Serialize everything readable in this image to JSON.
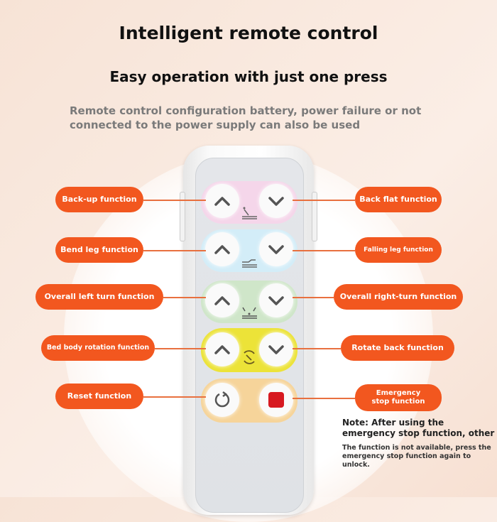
{
  "header": {
    "title": "Intelligent remote control",
    "subtitle": "Easy operation with just one press",
    "description": "Remote control configuration battery, power failure or not connected to the power supply can also be used"
  },
  "labels": {
    "back_up": "Back-up function",
    "back_flat": "Back flat function",
    "bend_leg": "Bend leg function",
    "falling_leg": "Falling leg function",
    "left_turn": "Overall left turn function",
    "right_turn": "Overall right-turn function",
    "bed_rotation": "Bed body rotation function",
    "rotate_back": "Rotate back function",
    "reset": "Reset function",
    "emergency": "Emergency stop function"
  },
  "note": {
    "title": "Note: After using the emergency stop function, other",
    "body": "The function is not available, press the emergency stop function again to unlock."
  },
  "colors": {
    "accent": "#f2571f",
    "pink": "#f5d6ea",
    "blue": "#d3edf8",
    "green": "#cfe6c9",
    "yellow": "#ece338",
    "orange": "#f6d49a",
    "stop": "#d71920"
  }
}
